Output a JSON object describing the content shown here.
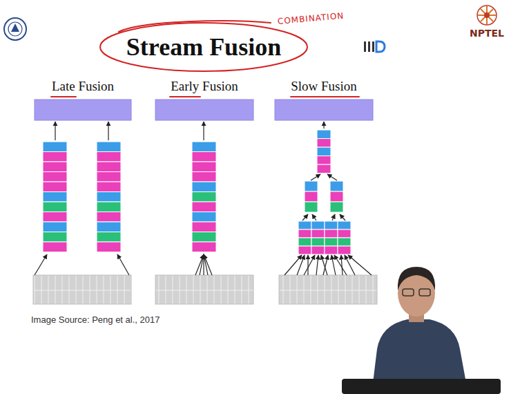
{
  "diagram": {
    "title": "Stream Fusion",
    "caption": "Image Source: Peng et al., 2017",
    "labels": [
      "COMBINATION",
      "Late Fusion",
      "Early Fusion",
      "Slow Fusion",
      "NPTEL"
    ]
  }
}
